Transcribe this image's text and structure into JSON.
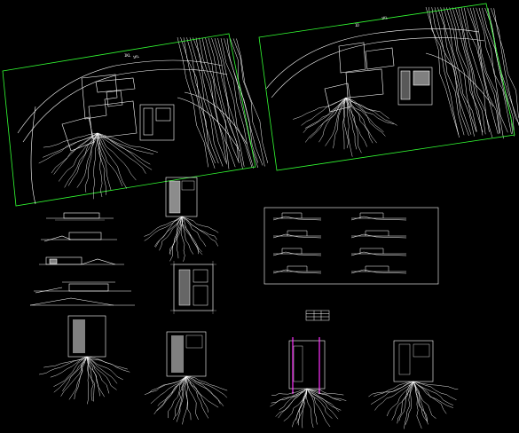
{
  "drawing": {
    "background": "#000000",
    "line_color": "#ffffff",
    "frame_color": "#33ff33",
    "highlight_color": "#ff33ff",
    "sheet_label_a": "1D",
    "sheet_label_b": "1KL",
    "site_plan_left": {
      "road_label": "1KL"
    },
    "site_plan_right": {
      "road_label": "1KL"
    }
  }
}
